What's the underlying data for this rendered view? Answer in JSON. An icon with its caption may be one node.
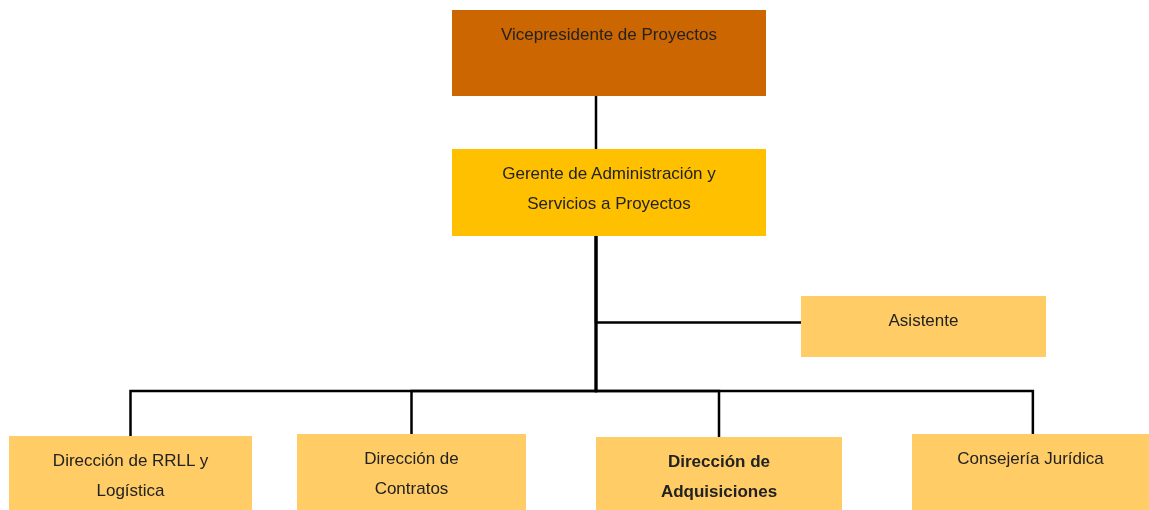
{
  "diagram": {
    "nodes": [
      {
        "text": [
          "Vicepresidente de Proyectos"
        ]
      },
      {
        "text": [
          "Gerente de Administración y Servicios a Proyectos"
        ]
      },
      {
        "text": [
          "Asistente"
        ]
      },
      {
        "text": [
          "Dirección de RRLL y Logística"
        ]
      },
      {
        "text": [
          "Dirección de Contratos"
        ]
      },
      {
        "text": [
          "Dirección de Adquisiciones"
        ]
      },
      {
        "text": [
          "Consejería Jurídica"
        ]
      }
    ],
    "edges": [
      {
        "from": 0,
        "to": 1,
        "arrow": "none"
      },
      {
        "from": 1,
        "to": 2,
        "arrow": "none"
      },
      {
        "from": 1,
        "to": 3,
        "arrow": "none"
      },
      {
        "from": 1,
        "to": 4,
        "arrow": "none"
      },
      {
        "from": 1,
        "to": 5,
        "arrow": "none"
      },
      {
        "from": 1,
        "to": 6,
        "arrow": "none"
      }
    ]
  }
}
